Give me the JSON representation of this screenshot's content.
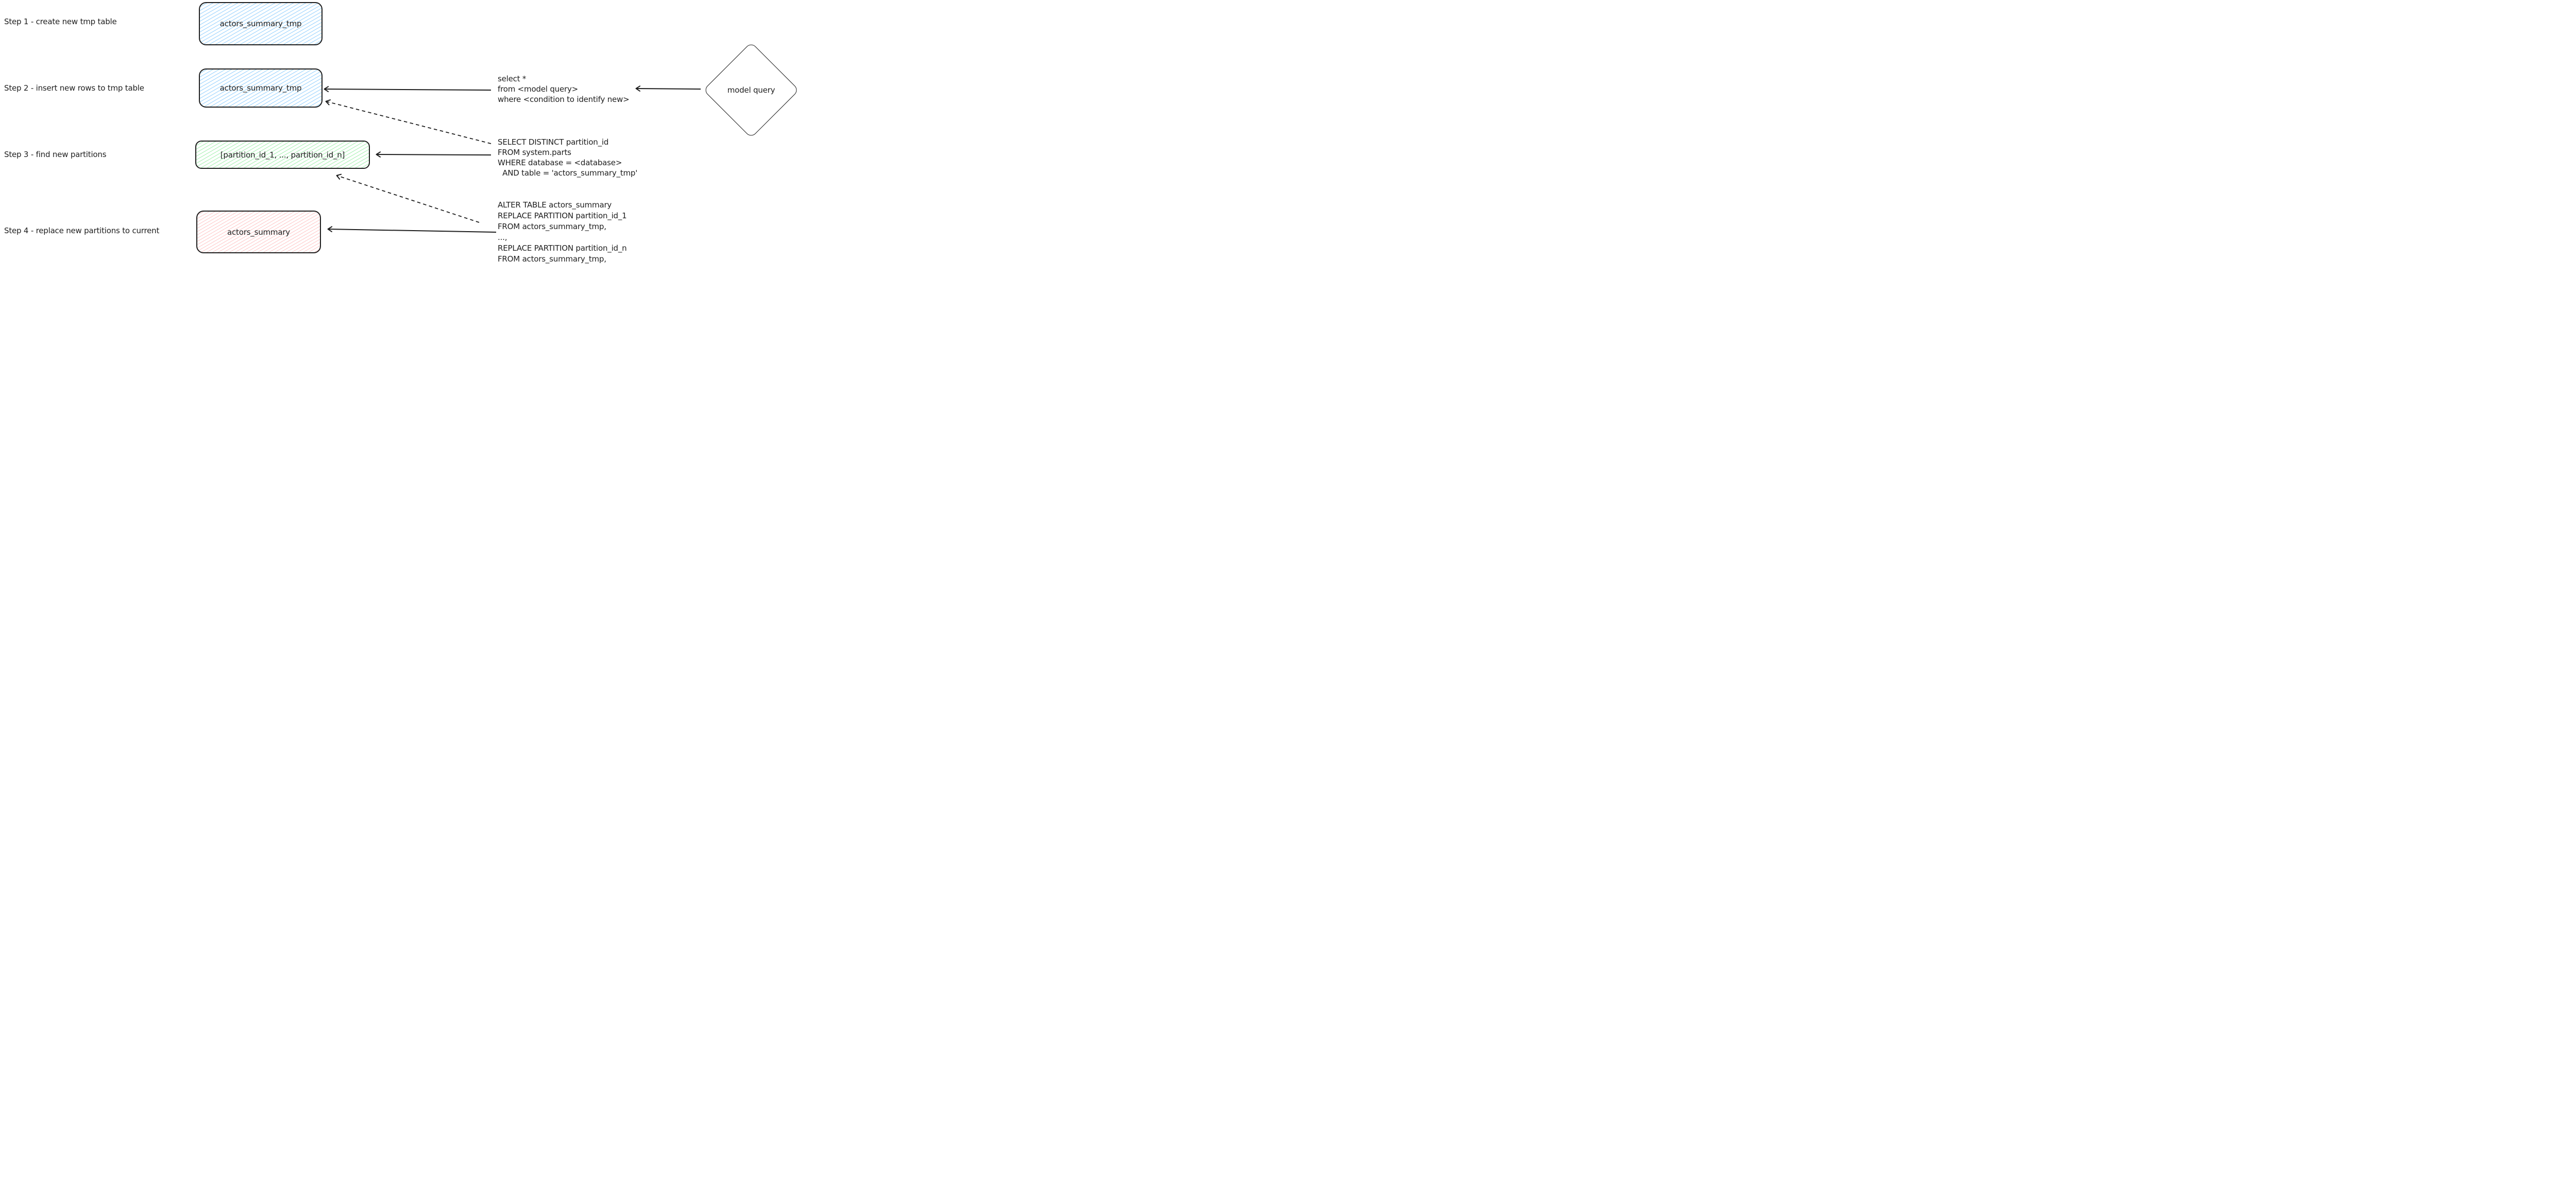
{
  "canvas": {
    "background": "#ffffff",
    "stroke_color": "#1e1e1e"
  },
  "steps": [
    {
      "id": 1,
      "label": "Step 1 - create new tmp table",
      "node": {
        "text": "actors_summary_tmp",
        "shape": "rounded-rectangle",
        "fill": "#a5d8ff"
      }
    },
    {
      "id": 2,
      "label": "Step 2 - insert new rows to tmp table",
      "node": {
        "text": "actors_summary_tmp",
        "shape": "rounded-rectangle",
        "fill": "#a5d8ff"
      },
      "sql": "select *\nfrom <model query>\nwhere <condition to identify new>"
    },
    {
      "id": 3,
      "label": "Step 3 - find new partitions",
      "node": {
        "text": "[partition_id_1, ..., partition_id_n]",
        "shape": "rounded-rectangle",
        "fill": "#b2f2bb"
      },
      "sql": "SELECT DISTINCT partition_id\nFROM system.parts\nWHERE database = <database>\n  AND table = 'actors_summary_tmp'"
    },
    {
      "id": 4,
      "label": "Step 4 - replace new partitions to current",
      "node": {
        "text": "actors_summary",
        "shape": "rounded-rectangle",
        "fill": "#ffc9c9"
      },
      "sql": "ALTER TABLE actors_summary\nREPLACE PARTITION partition_id_1\nFROM actors_summary_tmp,\n...,\nREPLACE PARTITION partition_id_n\nFROM actors_summary_tmp,"
    }
  ],
  "source_node": {
    "text": "model query",
    "shape": "diamond",
    "fill": "#ffffff"
  }
}
